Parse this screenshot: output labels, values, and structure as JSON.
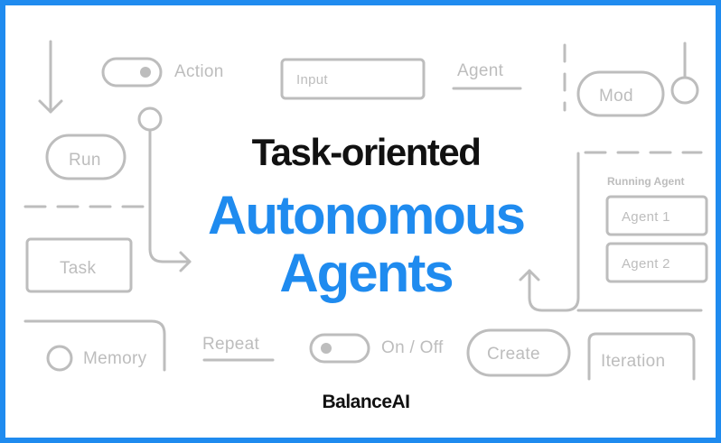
{
  "colors": {
    "frame": "#1f8bef",
    "accent": "#1f8bef",
    "heading": "#111111",
    "ghost": "#bdbdbd"
  },
  "headline": {
    "line1": "Task-oriented",
    "line2": "Autonomous",
    "line3": "Agents"
  },
  "brand": "BalanceAI",
  "wireframe": {
    "toggle_action_label": "Action",
    "toggle_onoff_label": "On / Off",
    "input_label": "Input",
    "agent_label": "Agent",
    "mod_label": "Mod",
    "run_label": "Run",
    "task_label": "Task",
    "memory_label": "Memory",
    "repeat_label": "Repeat",
    "create_label": "Create",
    "iteration_label": "Iteration",
    "panel_title": "Running Agent",
    "panel_items": [
      "Agent 1",
      "Agent 2"
    ]
  }
}
